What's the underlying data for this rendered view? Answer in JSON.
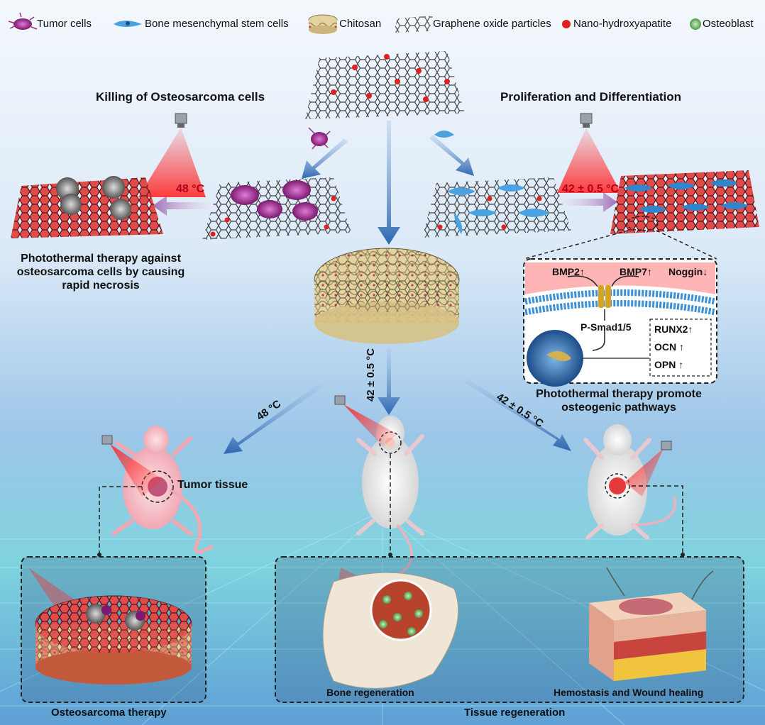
{
  "legend": {
    "tumor": "Tumor cells",
    "bmsc": "Bone mesenchymal stem cells",
    "chitosan": "Chitosan",
    "go": "Graphene oxide particles",
    "nha": "Nano-hydroxyapatite",
    "osteoblast": "Osteoblast"
  },
  "left_branch": {
    "title": "Killing of Osteosarcoma cells",
    "temp": "48 °C",
    "caption": [
      "Photothermal therapy against",
      "osteosarcoma cells by causing",
      "rapid necrosis"
    ]
  },
  "right_branch": {
    "title": "Proliferation and Differentiation",
    "temp": "42 ± 0.5 °C",
    "pathway": {
      "bmp2": "BMP2↑",
      "bmp7": "BMP7↑",
      "noggin": "Noggin↓",
      "smad": "P-Smad1/5",
      "runx2": "RUNX2↑",
      "ocn": "OCN ↑",
      "opn": "OPN ↑"
    },
    "caption": [
      "Photothermal therapy promote",
      "osteogenic pathways"
    ]
  },
  "arrows": {
    "left": "48 °C",
    "center": "42 ± 0.5 °C",
    "right": "42 ± 0.5 °C"
  },
  "tumor_tissue": "Tumor tissue",
  "bottom": {
    "osteosarcoma_therapy": "Osteosarcoma therapy",
    "bone_regeneration": "Bone regeneration",
    "wound_healing": "Hemostasis and Wound healing",
    "tissue_regeneration": "Tissue regeneration"
  },
  "colors": {
    "accent_red": "#b3001b",
    "arrow_blue": "#3b73b9",
    "laser_red": "#ff3b3b"
  }
}
